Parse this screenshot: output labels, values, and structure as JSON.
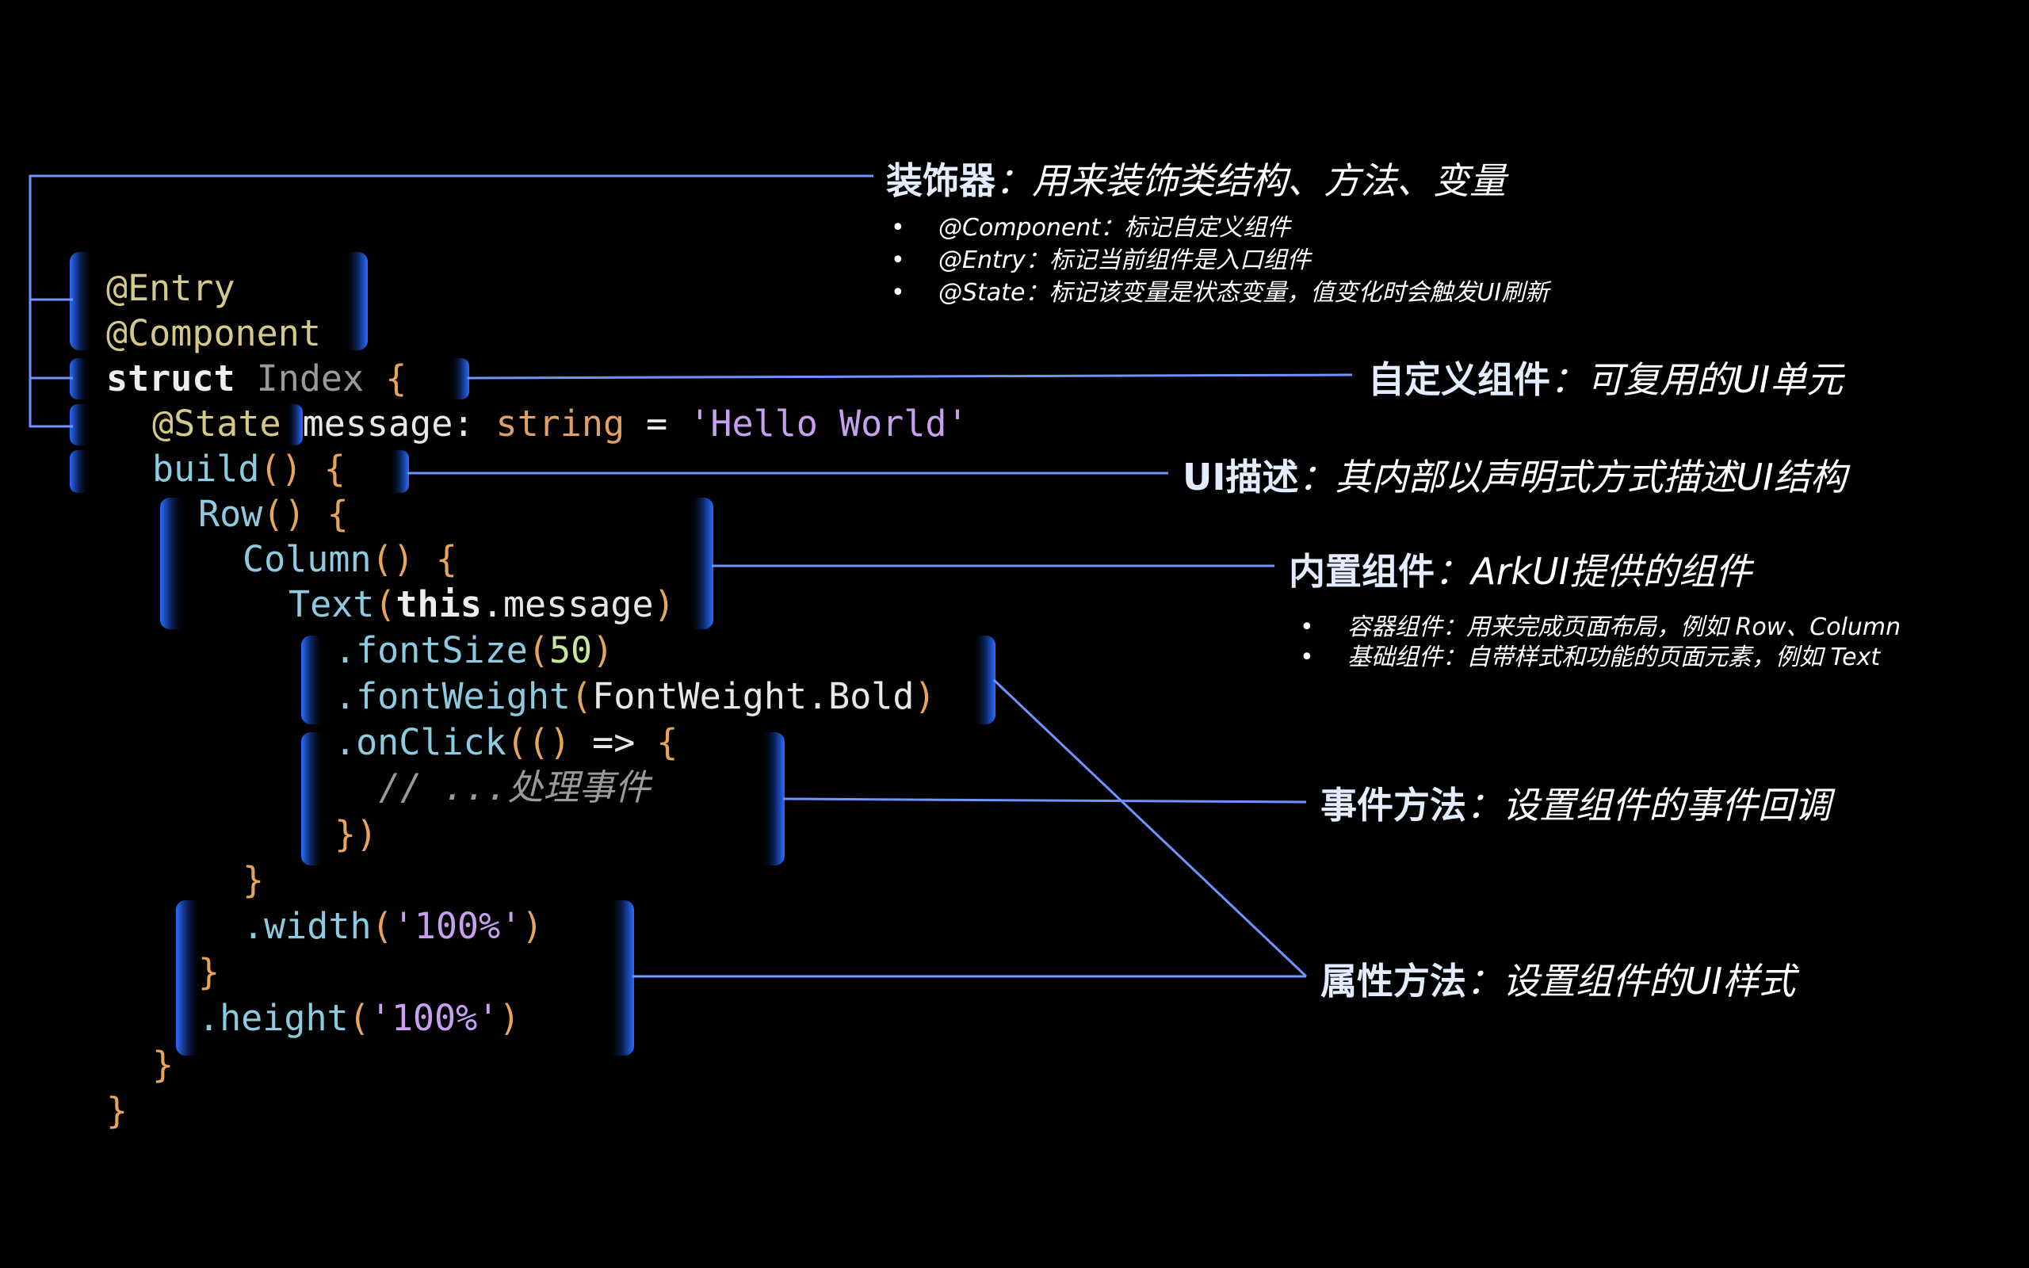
{
  "code": {
    "l1": {
      "a": "@Entry"
    },
    "l2": {
      "a": "@Component"
    },
    "l3": {
      "kw": "struct",
      "name": "Index",
      "brace": "{"
    },
    "l4": {
      "a": "@State",
      "p": "message:",
      "ty": "string",
      "eq": "=",
      "st": "'Hello World'"
    },
    "l5": {
      "fn": "build",
      "paren": "()",
      "brace": "{"
    },
    "l6": {
      "fn": "Row",
      "paren": "()",
      "brace": "{"
    },
    "l7": {
      "fn": "Column",
      "paren": "()",
      "brace": "{"
    },
    "l8": {
      "fn": "Text",
      "open": "(",
      "kw": "this",
      "p": ".message",
      "close": ")"
    },
    "l9": {
      "fn": ".fontSize",
      "open": "(",
      "nu": "50",
      "close": ")"
    },
    "l10": {
      "fn": ".fontWeight",
      "open": "(",
      "p": "FontWeight.Bold",
      "close": ")"
    },
    "l11": {
      "fn": ".onClick",
      "open": "((",
      "p1": ")",
      "arrow": "=>",
      "brace": "{"
    },
    "l12": {
      "cm": "// ...处理事件"
    },
    "l13": {
      "close": "})"
    },
    "l14": {
      "brace": "}"
    },
    "l15": {
      "fn": ".width",
      "open": "(",
      "st": "'100%'",
      "close": ")"
    },
    "l16": {
      "brace": "}"
    },
    "l17": {
      "fn": ".height",
      "open": "(",
      "st": "'100%'",
      "close": ")"
    },
    "l18": {
      "brace": "}"
    },
    "l19": {
      "brace": "}"
    }
  },
  "annotations": {
    "decorator": {
      "title": "装饰器",
      "desc": "：用来装饰类结构、方法、变量",
      "bullets": [
        "@Component：标记自定义组件",
        "@Entry：标记当前组件是入口组件",
        "@State：标记该变量是状态变量，值变化时会触发UI刷新"
      ]
    },
    "custom": {
      "title": "自定义组件",
      "desc": "：可复用的UI单元"
    },
    "ui": {
      "title": "UI描述",
      "desc": "：其内部以声明式方式描述UI结构"
    },
    "builtin": {
      "title": "内置组件",
      "desc": "：ArkUI提供的组件",
      "bullets": [
        "容器组件：用来完成页面布局，例如 Row、Column",
        "基础组件：自带样式和功能的页面元素，例如 Text"
      ]
    },
    "event": {
      "title": "事件方法",
      "desc": "：设置组件的事件回调"
    },
    "attr": {
      "title": "属性方法",
      "desc": "：设置组件的UI样式"
    }
  },
  "colors": {
    "background": "#000000",
    "bracket": "#1e5ae6",
    "connector": "#6f93ff",
    "bullet_marker": "•"
  }
}
